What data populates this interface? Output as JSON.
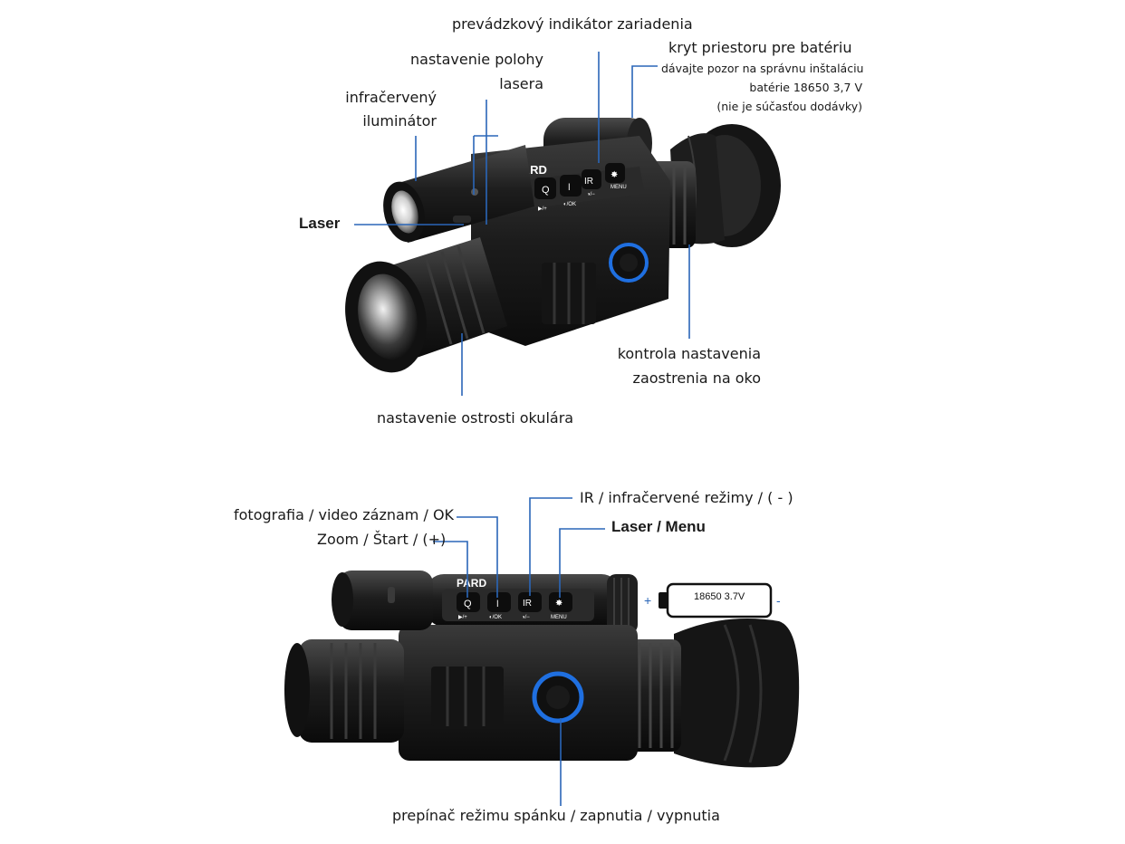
{
  "top": {
    "labels": {
      "indicator": "prevádzkový indikátor zariadenia",
      "laser_pos_1": "nastavenie polohy",
      "laser_pos_2": "lasera",
      "ir_1": "infračervený",
      "ir_2": "iluminátor",
      "battery_cover": "kryt priestoru pre batériu",
      "battery_note_1": "dávajte pozor na správnu inštaláciu",
      "battery_note_2": "batérie 18650 3,7 V",
      "battery_note_3": "(nie je súčasťou dodávky)",
      "laser": "Laser",
      "eye_focus_1": "kontrola nastavenia",
      "eye_focus_2": "zaostrenia na oko",
      "eyepiece_sharp": "nastavenie ostrosti okulára"
    },
    "brand": "PARD",
    "btn_zoom_caption": "▶/+",
    "btn_photo_caption": "◐/OK",
    "btn_ir": "IR",
    "btn_ir_caption": "◑/−",
    "btn_menu_caption": "MENU"
  },
  "bottom": {
    "labels": {
      "ir_modes": "IR / infračervené režimy / ( - )",
      "photo": "fotografia / video záznam / OK",
      "laser_menu": "Laser / Menu",
      "zoom": "Zoom / Štart / (+)",
      "sleep": "prepínač režimu spánku / zapnutia / vypnutia"
    },
    "battery": {
      "text": "18650 3.7V",
      "plus": "+",
      "minus": "-"
    },
    "brand": "PARD",
    "btn_ir": "IR",
    "btn_zoom_caption": "▶/+",
    "btn_photo_caption": "◐/OK",
    "btn_ir_caption": "◑/−",
    "btn_menu_caption": "MENU"
  },
  "colors": {
    "leader_line": "#2a66b8",
    "device_body": "#1b1b1b",
    "accent_ring": "#1f6fe0"
  }
}
